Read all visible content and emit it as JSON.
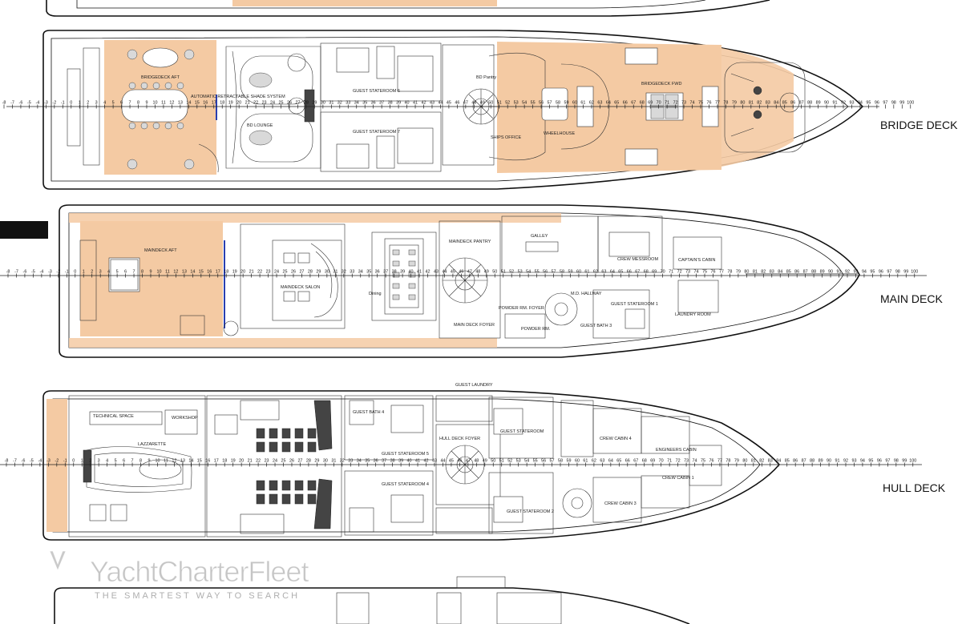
{
  "decks": [
    {
      "id": "bridge",
      "label": "BRIDGE DECK",
      "rooms": [
        "BRIDGEDECK AFT",
        "AUTOMATIC RETRACTABLE SHADE SYSTEM",
        "BD LOUNGE",
        "GUEST STATEROOM 6",
        "GUEST STATEROOM 7",
        "BD Pantry",
        "WHEELHOUSE",
        "SHIPS OFFICE",
        "BRIDGEDECK FWD"
      ]
    },
    {
      "id": "main",
      "label": "MAIN DECK",
      "rooms": [
        "MAINDECK AFT",
        "MAINDECK SALON",
        "Dining",
        "MAINDECK PANTRY",
        "MAIN DECK FOYER",
        "POWDER RM. FOYER",
        "POWDER RM.",
        "GALLEY",
        "M.D. HALLWAY",
        "GUEST BATH 3",
        "GUEST STATEROOM 1",
        "CREW MESSROOM",
        "CAPTAIN'S CABIN",
        "LAUNDRY ROOM"
      ]
    },
    {
      "id": "hull",
      "label": "HULL DECK",
      "rooms": [
        "TECHNICAL SPACE",
        "WORKSHOP",
        "LAZZARETTE",
        "GUEST LAUNDRY",
        "GUEST BATH 4",
        "GUEST STATEROOM 5",
        "GUEST STATEROOM 4",
        "HULL DECK FOYER",
        "GUEST STATEROOM",
        "GUEST STATEROOM 2",
        "CREW CABIN 4",
        "CREW CABIN 3",
        "ENGINEERS CABIN",
        "CREW CABIN 1"
      ]
    }
  ],
  "frame_ticks": [
    "-8",
    "-7",
    "-6",
    "-5",
    "-4",
    "-3",
    "-2",
    "-1",
    "0",
    "1",
    "2",
    "3",
    "4",
    "5",
    "6",
    "7",
    "8",
    "9",
    "10",
    "11",
    "12",
    "13",
    "14",
    "15",
    "16",
    "17",
    "18",
    "19",
    "20",
    "21",
    "22",
    "23",
    "24",
    "25",
    "26",
    "27",
    "28",
    "29",
    "30",
    "31",
    "32",
    "33",
    "34",
    "35",
    "36",
    "37",
    "38",
    "39",
    "40",
    "41",
    "42",
    "43",
    "44",
    "45",
    "46",
    "47",
    "48",
    "49",
    "50",
    "51",
    "52",
    "53",
    "54",
    "55",
    "56",
    "57",
    "58",
    "59",
    "60",
    "61",
    "62",
    "63",
    "64",
    "65",
    "66",
    "67",
    "68",
    "69",
    "70",
    "71",
    "72",
    "73",
    "74",
    "75",
    "76",
    "77",
    "78",
    "79",
    "80",
    "81",
    "82",
    "83",
    "84",
    "85",
    "86",
    "87",
    "88",
    "89",
    "90",
    "91",
    "92",
    "93",
    "94",
    "95",
    "96",
    "97",
    "98",
    "99",
    "100"
  ],
  "watermark": {
    "brand": "YachtCharterFleet",
    "tagline": "THE SMARTEST WAY TO SEARCH"
  },
  "colors": {
    "deck_teak": "#f4caa3",
    "line": "#111111",
    "background": "#ffffff"
  }
}
